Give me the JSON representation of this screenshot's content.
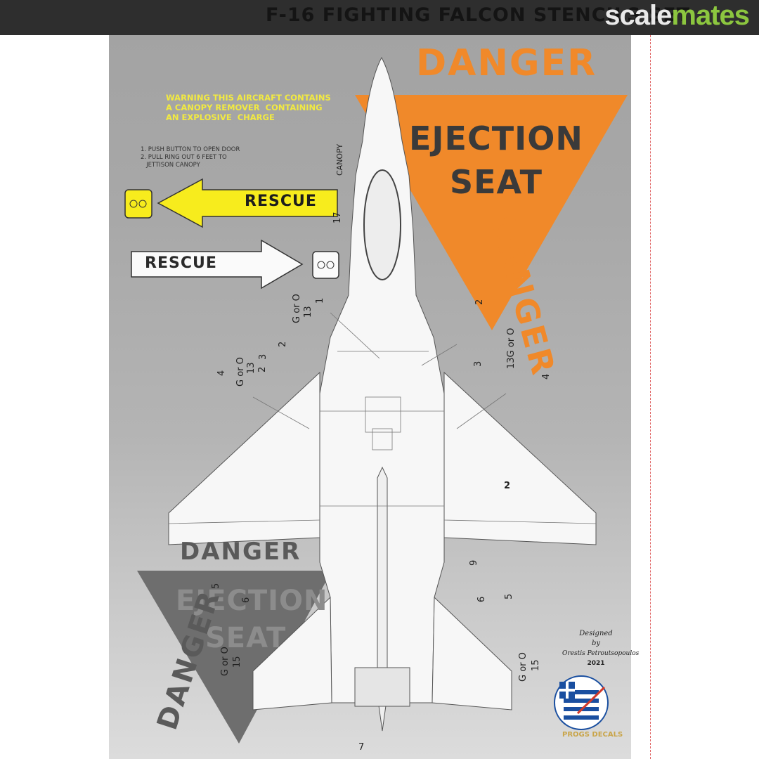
{
  "header": {
    "title": "F-16 FIGHTING FALCON STENCILS SET",
    "logo_part1": "scale",
    "logo_part2": "mates",
    "logo_colors": {
      "scale": "#e9e9e9",
      "mates": "#8cc63f"
    }
  },
  "colors": {
    "orange": "#f0892a",
    "yellow": "#f2ea40",
    "dark_gray": "#5a5a5a"
  },
  "decals": {
    "danger_top": "DANGER",
    "ejection_top": "EJECTION",
    "seat_top": "SEAT",
    "danger_right": "DANGER",
    "warning_text": "WARNING THIS AIRCRAFT CONTAINS\nA CANOPY REMOVER  CONTAINING\nAN EXPLOSIVE  CHARGE",
    "instructions": "1. PUSH BUTTON TO OPEN DOOR\n2. PULL RING OUT 6 FEET TO\n   JETTISON CANOPY",
    "rescue_yellow": "RESCUE",
    "rescue_white": "RESCUE",
    "canopy_label": "CANOPY",
    "danger_gray": "DANGER",
    "ejection_gray": "EJECTION",
    "seat_gray": "SEAT",
    "danger_left": "DANGER"
  },
  "markers": {
    "g_or_o": "G or O",
    "g_or_o_13": "13G or O",
    "n1": "1",
    "n2": "2",
    "n3": "3",
    "n4": "4",
    "n5": "5",
    "n6": "6",
    "n7": "7",
    "n9": "9",
    "n13": "13",
    "n15": "15",
    "n17": "17"
  },
  "credits": {
    "designed": "Designed",
    "by": "by",
    "author": "Orestis Petroutsopoulos",
    "year": "2021",
    "maker": "PROGS DECALS"
  }
}
